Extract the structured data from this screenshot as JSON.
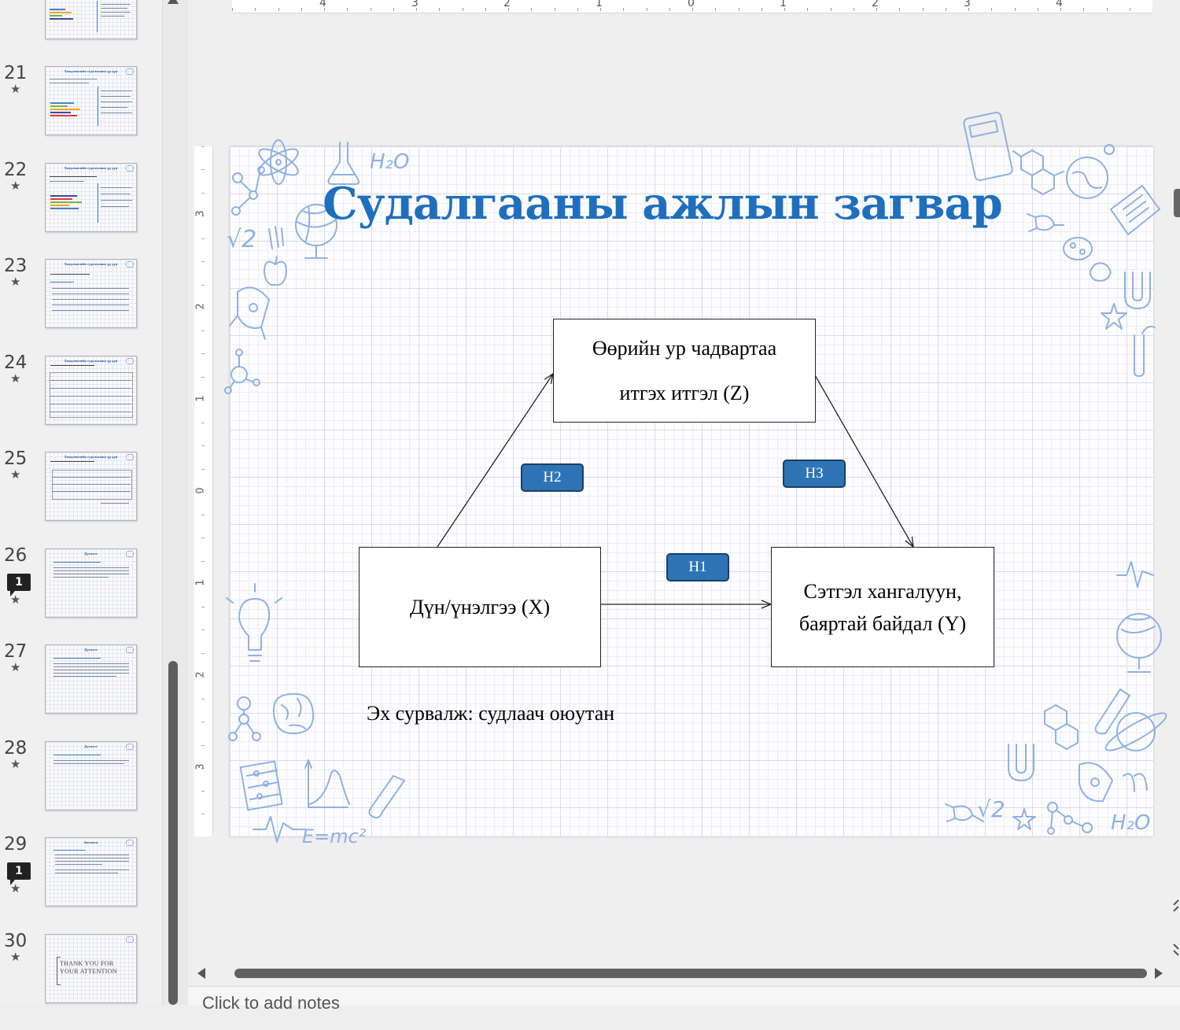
{
  "slide_panel": {
    "slides": [
      {
        "number": "",
        "comments": "",
        "title": ""
      },
      {
        "number": "21",
        "comments": "",
        "title": "Хөндлөнгийн судалгааны үр дүн"
      },
      {
        "number": "22",
        "comments": "",
        "title": "Хөндлөнгийн судалгааны үр дүн"
      },
      {
        "number": "23",
        "comments": "",
        "title": "Хөндлөнгийн судалгааны үр дүн"
      },
      {
        "number": "24",
        "comments": "",
        "title": "Хөндлөнгийн судалгааны үр дүн"
      },
      {
        "number": "25",
        "comments": "",
        "title": "Хөндлөнгийн судалгааны үр дүн"
      },
      {
        "number": "26",
        "comments": "1",
        "title": "Дүгнэлт"
      },
      {
        "number": "27",
        "comments": "",
        "title": "Дүгнэлт"
      },
      {
        "number": "28",
        "comments": "",
        "title": "Дүгнэлт"
      },
      {
        "number": "29",
        "comments": "1",
        "title": "Зөвлөмж"
      },
      {
        "number": "30",
        "comments": "",
        "title": ""
      }
    ],
    "thanks_text": "THANK YOU FOR YOUR ATTENTION",
    "star_glyph": "★"
  },
  "ruler": {
    "horizontal": [
      "4",
      "3",
      "2",
      "1",
      "0",
      "1",
      "2",
      "3",
      "4"
    ],
    "vertical": [
      "3",
      "2",
      "1",
      "0",
      "1",
      "2",
      "3"
    ]
  },
  "slide": {
    "title": "Судалгааны ажлын загвар",
    "box_z_line1": "Өөрийн ур чадвартаа",
    "box_z_line2": "итгэх итгэл (Z)",
    "box_x": "Дүн/үнэлгээ (X)",
    "box_y_line1": "Сэтгэл хангалуун,",
    "box_y_line2": "баяртай байдал (Y)",
    "h1": "H1",
    "h2": "H2",
    "h3": "H3",
    "source": "Эх сурвалж: судлаач оюутан",
    "formula_deco": "E=mc²",
    "h2o_deco": "H₂O",
    "sqrt_deco": "√2",
    "colors": {
      "title": "#1f6fbe",
      "hypothesis": "#2e74b5",
      "doodle": "#8fb1e3"
    }
  },
  "notes": {
    "placeholder": "Click to add notes"
  }
}
